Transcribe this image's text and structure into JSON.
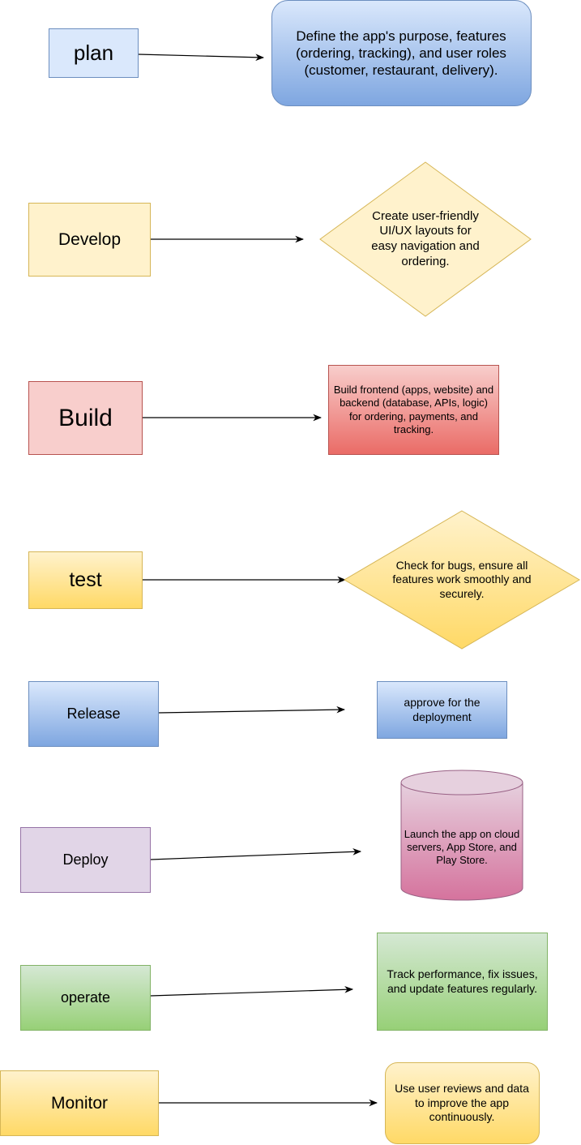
{
  "colors": {
    "blue_fill": "#dae8fc",
    "blue_stroke": "#6c8ebf",
    "yellow_fill": "#fff2cc",
    "yellow_stroke": "#d6b656",
    "red_fill": "#f8cecc",
    "red_stroke": "#b85450",
    "purple_fill": "#e1d5e7",
    "purple_stroke": "#9673a6",
    "green_fill": "#d5e8d4",
    "green_stroke": "#82b366",
    "gold_start": "#fff2cc",
    "gold_end": "#ffd966",
    "pink_start": "#e6d0de",
    "pink_end": "#d5739d",
    "darkred_start": "#f8cecc",
    "darkred_end": "#ea6b66",
    "blue_grad_end": "#7ea6e0"
  },
  "stages": [
    {
      "label": "plan",
      "description": "Define the app's purpose, features (ordering, tracking), and user roles (customer, restaurant, delivery).",
      "description_shape": "rounded-rectangle"
    },
    {
      "label": "Develop",
      "description": "Create user-friendly UI/UX layouts for easy navigation and ordering.",
      "description_shape": "diamond"
    },
    {
      "label": "Build",
      "description": "Build frontend (apps, website) and backend (database, APIs, logic) for ordering, payments, and tracking.",
      "description_shape": "rectangle"
    },
    {
      "label": "test",
      "description": "Check for bugs, ensure all features work smoothly and securely.",
      "description_shape": "diamond"
    },
    {
      "label": "Release",
      "description": "approve for the deployment",
      "description_shape": "rectangle"
    },
    {
      "label": "Deploy",
      "description": "Launch the app on cloud servers, App Store, and Play Store.",
      "description_shape": "cylinder"
    },
    {
      "label": "operate",
      "description": "Track performance, fix issues, and update features regularly.",
      "description_shape": "rectangle"
    },
    {
      "label": "Monitor",
      "description": "Use user reviews and data to improve the app continuously.",
      "description_shape": "rounded-rectangle"
    }
  ]
}
